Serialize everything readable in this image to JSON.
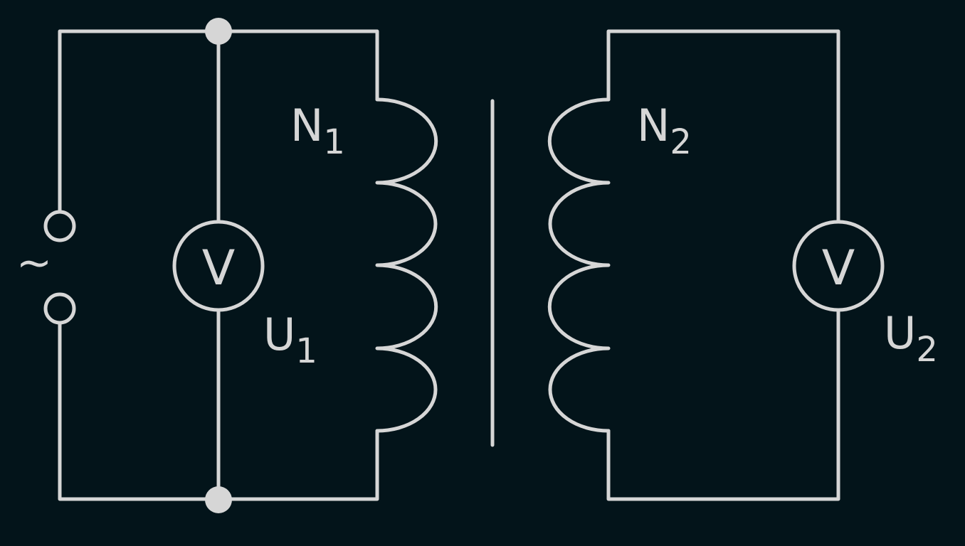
{
  "diagram": {
    "colors": {
      "background": "#03141a",
      "line": "#d6d6d6"
    },
    "source": {
      "symbol": "~"
    },
    "primary": {
      "meter_symbol": "V",
      "voltage_label": "U",
      "voltage_subscript": "1",
      "turns_label": "N",
      "turns_subscript": "1"
    },
    "secondary": {
      "meter_symbol": "V",
      "voltage_label": "U",
      "voltage_subscript": "2",
      "turns_label": "N",
      "turns_subscript": "2"
    }
  }
}
